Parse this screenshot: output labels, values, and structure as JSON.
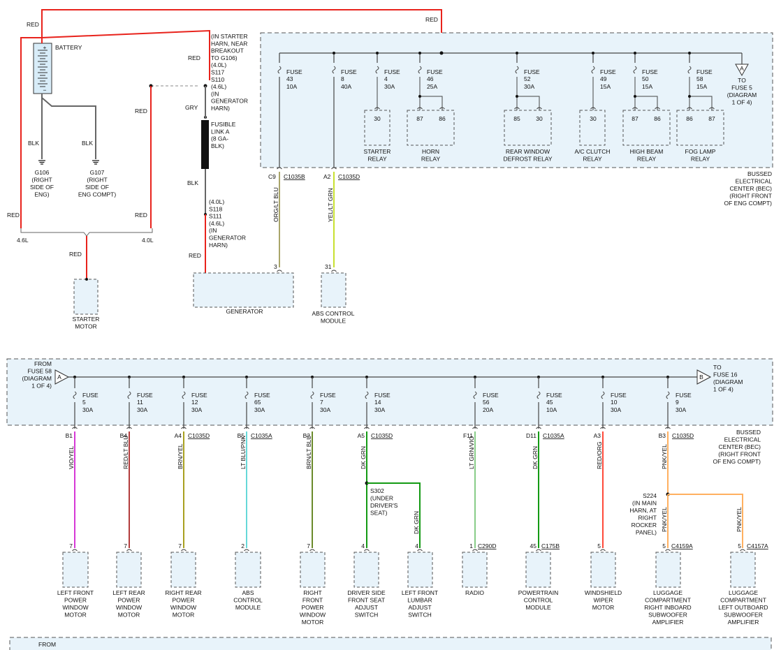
{
  "colors": {
    "red": "#e8231c",
    "grey": "#666666",
    "black": "#111111",
    "org_lt_blu": "#a9a56a",
    "yel_lt_grn": "#c8e030",
    "vio_yel": "#d638d6",
    "red_lt_blu": "#b23b3b",
    "brn_yel": "#a8a020",
    "lt_blu_pnk": "#66d8d8",
    "brn_lt_blu": "#6a8a2a",
    "dk_grn": "#139a13",
    "lt_grn_vio": "#88cc88",
    "red_org": "#ff4a3a",
    "pnk_yel": "#ffb060",
    "bec_fill": "#e8f3fa"
  },
  "top": {
    "red_top": "RED",
    "red_batt": "RED",
    "battery": "BATTERY",
    "batt_plus": "+",
    "batt_minus": "−",
    "blk_g106": "BLK",
    "blk_g107": "BLK",
    "g106": [
      "G106",
      "(RIGHT",
      "SIDE OF",
      "ENG)"
    ],
    "g107": [
      "G107",
      "(RIGHT",
      "SIDE OF",
      "ENG COMPT)"
    ],
    "red_left": "RED",
    "red_mid_upper": "RED",
    "red_mid_lower": "RED",
    "red_s117": "RED",
    "red_s111": "RED",
    "red_starter": "RED",
    "gry": "GRY",
    "blk_fl": "BLK",
    "engine_46": "4.6L",
    "engine_40": "4.0L",
    "splice_top": [
      "(IN STARTER",
      "HARN, NEAR",
      "BREAKOUT",
      "TO G106)",
      "(4.0L)",
      "S117",
      "S110",
      "(4.6L)",
      "(IN",
      "GENERATOR",
      "HARN)"
    ],
    "fusible_link": [
      "FUSIBLE",
      "LINK A",
      "(8 GA-",
      "BLK)"
    ],
    "splice_bottom": [
      "(4.0L)",
      "S118",
      "S111",
      "(4.6L)",
      "(IN",
      "GENERATOR",
      "HARN)"
    ],
    "starter_motor": [
      "STARTER",
      "MOTOR"
    ],
    "generator": "GENERATOR",
    "abs_module": [
      "ABS CONTROL",
      "MODULE"
    ],
    "bec_top": {
      "fuses": [
        {
          "name": "FUSE",
          "num": "43",
          "amp": "10A"
        },
        {
          "name": "FUSE",
          "num": "8",
          "amp": "40A"
        },
        {
          "name": "FUSE",
          "num": "4",
          "amp": "30A"
        },
        {
          "name": "FUSE",
          "num": "46",
          "amp": "25A"
        },
        {
          "name": "FUSE",
          "num": "52",
          "amp": "30A"
        },
        {
          "name": "FUSE",
          "num": "49",
          "amp": "15A"
        },
        {
          "name": "FUSE",
          "num": "50",
          "amp": "15A"
        },
        {
          "name": "FUSE",
          "num": "58",
          "amp": "15A"
        }
      ],
      "relays": [
        {
          "pins": [
            "30"
          ],
          "label": [
            "STARTER",
            "RELAY"
          ]
        },
        {
          "pins": [
            "87",
            "86"
          ],
          "label": [
            "HORN",
            "RELAY"
          ]
        },
        {
          "pins": [
            "85",
            "30"
          ],
          "label": [
            "REAR WINDOW",
            "DEFROST RELAY"
          ]
        },
        {
          "pins": [
            "30"
          ],
          "label": [
            "A/C CLUTCH",
            "RELAY"
          ]
        },
        {
          "pins": [
            "87",
            "86"
          ],
          "label": [
            "HIGH BEAM",
            "RELAY"
          ]
        },
        {
          "pins": [
            "86",
            "87"
          ],
          "label": [
            "FOG LAMP",
            "RELAY"
          ]
        }
      ],
      "to_fuse5": [
        "TO",
        "FUSE 5",
        "(DIAGRAM",
        "1 OF 4)"
      ],
      "connector_a": "A",
      "bec_label": [
        "BUSSED",
        "ELECTRICAL",
        "CENTER (BEC)",
        "(RIGHT FRONT",
        "OF ENG COMPT)"
      ],
      "outputs": [
        {
          "pin": "C9",
          "conn": "C1035B",
          "wire": "ORG/LT BLU",
          "dest_pin": "3"
        },
        {
          "pin": "A2",
          "conn": "C1035D",
          "wire": "YEL/LT GRN",
          "dest_pin": "31"
        }
      ]
    }
  },
  "bottom": {
    "from_fuse58": [
      "FROM",
      "FUSE 58",
      "(DIAGRAM",
      "1 OF 4)"
    ],
    "to_fuse16": [
      "TO",
      "FUSE 16",
      "(DIAGRAM",
      "1 OF 4)"
    ],
    "conn_a": "A",
    "conn_b": "B",
    "bec_label": [
      "BUSSED",
      "ELECTRICAL",
      "CENTER (BEC)",
      "(RIGHT FRONT",
      "OF ENG COMPT)"
    ],
    "circuits": [
      {
        "fuse": "FUSE",
        "num": "5",
        "amp": "30A",
        "pin": "B1",
        "conn": "",
        "wire": "VIO/YEL",
        "dest_pin": "7",
        "dest_conn": "",
        "device": [
          "LEFT FRONT",
          "POWER",
          "WINDOW",
          "MOTOR"
        ]
      },
      {
        "fuse": "FUSE",
        "num": "11",
        "amp": "30A",
        "pin": "B4",
        "conn": "",
        "wire": "RED/LT BLU",
        "dest_pin": "7",
        "dest_conn": "",
        "device": [
          "LEFT REAR",
          "POWER",
          "WINDOW",
          "MOTOR"
        ]
      },
      {
        "fuse": "FUSE",
        "num": "12",
        "amp": "30A",
        "pin": "A4",
        "conn": "C1035D",
        "wire": "BRN/YEL",
        "dest_pin": "7",
        "dest_conn": "",
        "device": [
          "RIGHT REAR",
          "POWER",
          "WINDOW",
          "MOTOR"
        ]
      },
      {
        "fuse": "FUSE",
        "num": "65",
        "amp": "30A",
        "pin": "B5",
        "conn": "C1035A",
        "wire": "LT BLU/PNK",
        "dest_pin": "2",
        "dest_conn": "",
        "device": [
          "ABS",
          "CONTROL",
          "MODULE"
        ]
      },
      {
        "fuse": "FUSE",
        "num": "7",
        "amp": "30A",
        "pin": "B2",
        "conn": "",
        "wire": "BRN/LT BLU",
        "dest_pin": "7",
        "dest_conn": "",
        "device": [
          "RIGHT",
          "FRONT",
          "POWER",
          "WINDOW",
          "MOTOR"
        ]
      },
      {
        "fuse": "FUSE",
        "num": "14",
        "amp": "30A",
        "pin": "A5",
        "conn": "C1035D",
        "wire": "DK GRN",
        "dest_pin": "4",
        "dest_conn": "",
        "device": [
          "DRIVER SIDE",
          "FRONT SEAT",
          "ADJUST",
          "SWITCH"
        ]
      },
      {
        "fuse": "FUSE",
        "num": "56",
        "amp": "20A",
        "pin": "F11",
        "conn": "",
        "wire": "LT GRN/VIO",
        "dest_pin": "1",
        "dest_conn": "C290D",
        "device": [
          "RADIO"
        ]
      },
      {
        "fuse": "FUSE",
        "num": "45",
        "amp": "10A",
        "pin": "D11",
        "conn": "C1035A",
        "wire": "DK GRN",
        "dest_pin": "45",
        "dest_conn": "C175B",
        "device": [
          "POWERTRAIN",
          "CONTROL",
          "MODULE"
        ]
      },
      {
        "fuse": "FUSE",
        "num": "10",
        "amp": "30A",
        "pin": "A3",
        "conn": "",
        "wire": "RED/ORG",
        "dest_pin": "5",
        "dest_conn": "",
        "device": [
          "WINDSHIELD",
          "WIPER",
          "MOTOR"
        ]
      },
      {
        "fuse": "FUSE",
        "num": "9",
        "amp": "30A",
        "pin": "B3",
        "conn": "C1035D",
        "wire": "PNK/YEL",
        "dest_pin": "5",
        "dest_conn": "C4159A",
        "device": [
          "LUGGAGE",
          "COMPARTMENT",
          "RIGHT INBOARD",
          "SUBWOOFER",
          "AMPLIFIER"
        ]
      }
    ],
    "s302": [
      "S302",
      "(UNDER",
      "DRIVER'S",
      "SEAT)"
    ],
    "s302_branch": {
      "wire_top": "DK GRN",
      "wire_branch": "DK GRN",
      "dest_pin": "4",
      "device": [
        "LEFT FRONT",
        "LUMBAR",
        "ADJUST",
        "SWITCH"
      ]
    },
    "s224": [
      "S224",
      "(IN MAIN",
      "HARN, AT",
      "RIGHT",
      "ROCKER",
      "PANEL)"
    ],
    "s224_branch": {
      "wire_left": "PNK/YEL",
      "wire_right": "PNK/YEL",
      "dest_pin": "5",
      "dest_conn": "C4157A",
      "device": [
        "LUGGAGE",
        "COMPARTMENT",
        "LEFT OUTBOARD",
        "SUBWOOFER",
        "AMPLIFIER"
      ]
    },
    "next_from": "FROM"
  }
}
